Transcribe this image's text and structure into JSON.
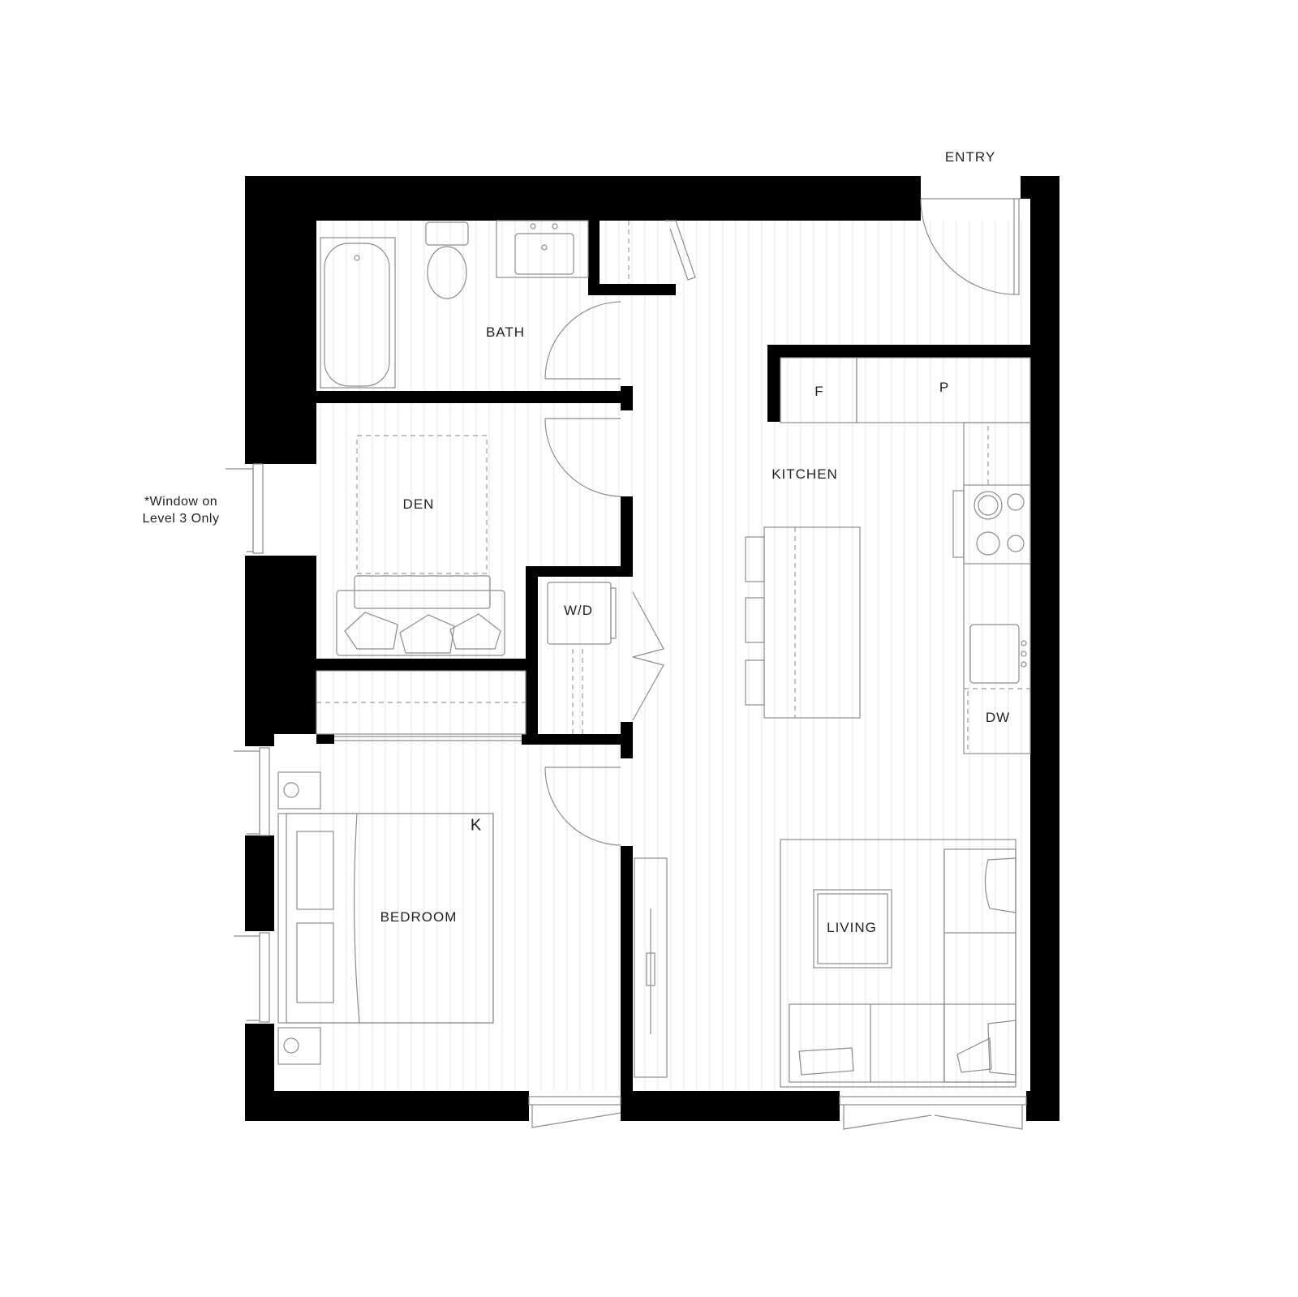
{
  "labels": {
    "entry": "ENTRY",
    "bath": "BATH",
    "den": "DEN",
    "kitchen": "KITCHEN",
    "fridge": "F",
    "pantry": "P",
    "washer_dryer": "W/D",
    "dishwasher": "DW",
    "bedroom": "BEDROOM",
    "bed_size": "K",
    "living": "LIVING"
  },
  "window_note": {
    "line1": "*Window on",
    "line2": "Level 3 Only"
  },
  "colors": {
    "wall": "#000000",
    "fixture_line": "#8c8c8c",
    "floor_pattern": "#e6e6e6",
    "text": "#231f20"
  }
}
